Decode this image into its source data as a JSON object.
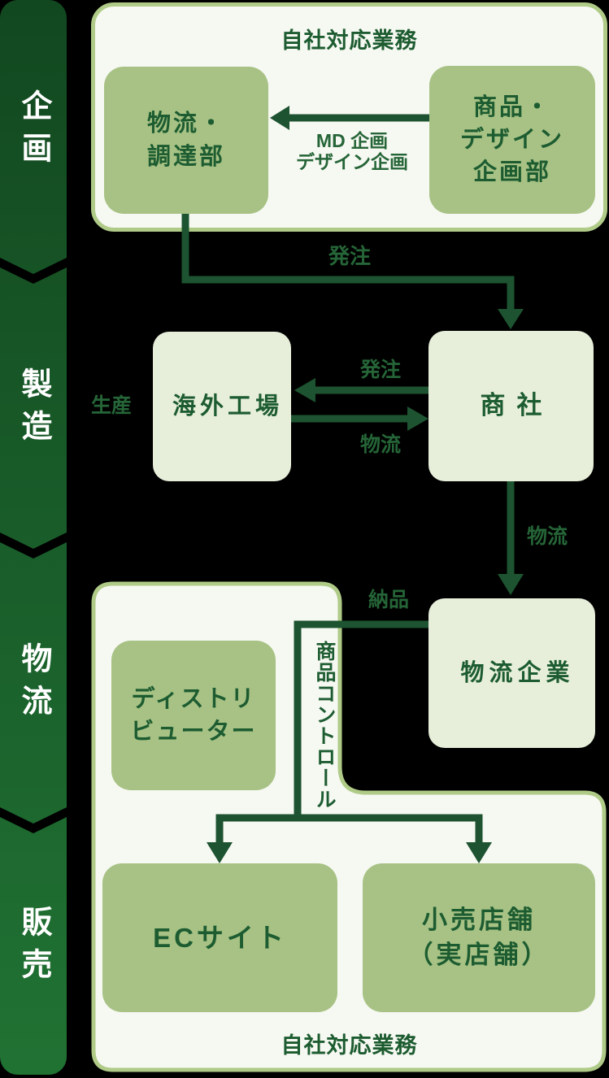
{
  "sidebar": {
    "stages": [
      {
        "label": "企画"
      },
      {
        "label": "製造"
      },
      {
        "label": "物流"
      },
      {
        "label": "販売"
      }
    ]
  },
  "planning": {
    "container_label": "自社対応業務",
    "logistics_dept_lines": [
      "物流・",
      "調達部"
    ],
    "product_dept_lines": [
      "商品・",
      "デザイン",
      "企画部"
    ],
    "md_arrow_lines": [
      "MD 企画",
      "デザイン企画"
    ],
    "order_label": "発注"
  },
  "manufacturing": {
    "production_label": "生産",
    "factory_box": "海外工場",
    "trading_box": "商社",
    "order_label": "発注",
    "logistics_label": "物流",
    "down_logistics_label": "物流"
  },
  "logistics_section": {
    "delivery_label": "納品",
    "logistics_company_box": "物流企業",
    "distributor_lines": [
      "ディストリ",
      "ビューター"
    ],
    "control_label": "商品コントロール"
  },
  "sales": {
    "ec_box": "ECサイト",
    "retail_lines": [
      "小売店舗",
      "（実店舗）"
    ],
    "container_label": "自社対応業務"
  },
  "colors": {
    "background": "#000000",
    "sidebar_gradient_top": "#124820",
    "sidebar_gradient_bottom": "#207233",
    "sidebar_text": "#ffffff",
    "panel_fill": "#f6f8f2",
    "panel_border": "#afcb87",
    "node_green": "#a7c284",
    "node_light": "#e7efda",
    "node_text": "#1d5c31",
    "connector": "#1d5330",
    "label_text": "#256537"
  }
}
